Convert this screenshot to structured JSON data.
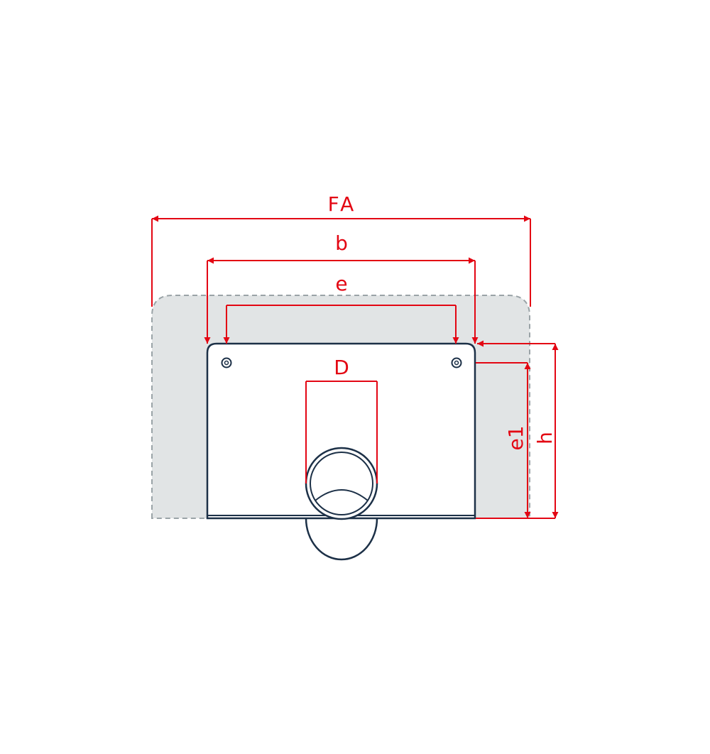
{
  "colors": {
    "dimension": "#e30613",
    "outline": "#1c3047",
    "clearance_fill": "#e1e4e5",
    "clearance_border": "#9aa3a7",
    "background": "#ffffff"
  },
  "labels": {
    "FA": "FA",
    "b": "b",
    "e": "e",
    "D": "D",
    "e1": "e1",
    "h": "h"
  }
}
